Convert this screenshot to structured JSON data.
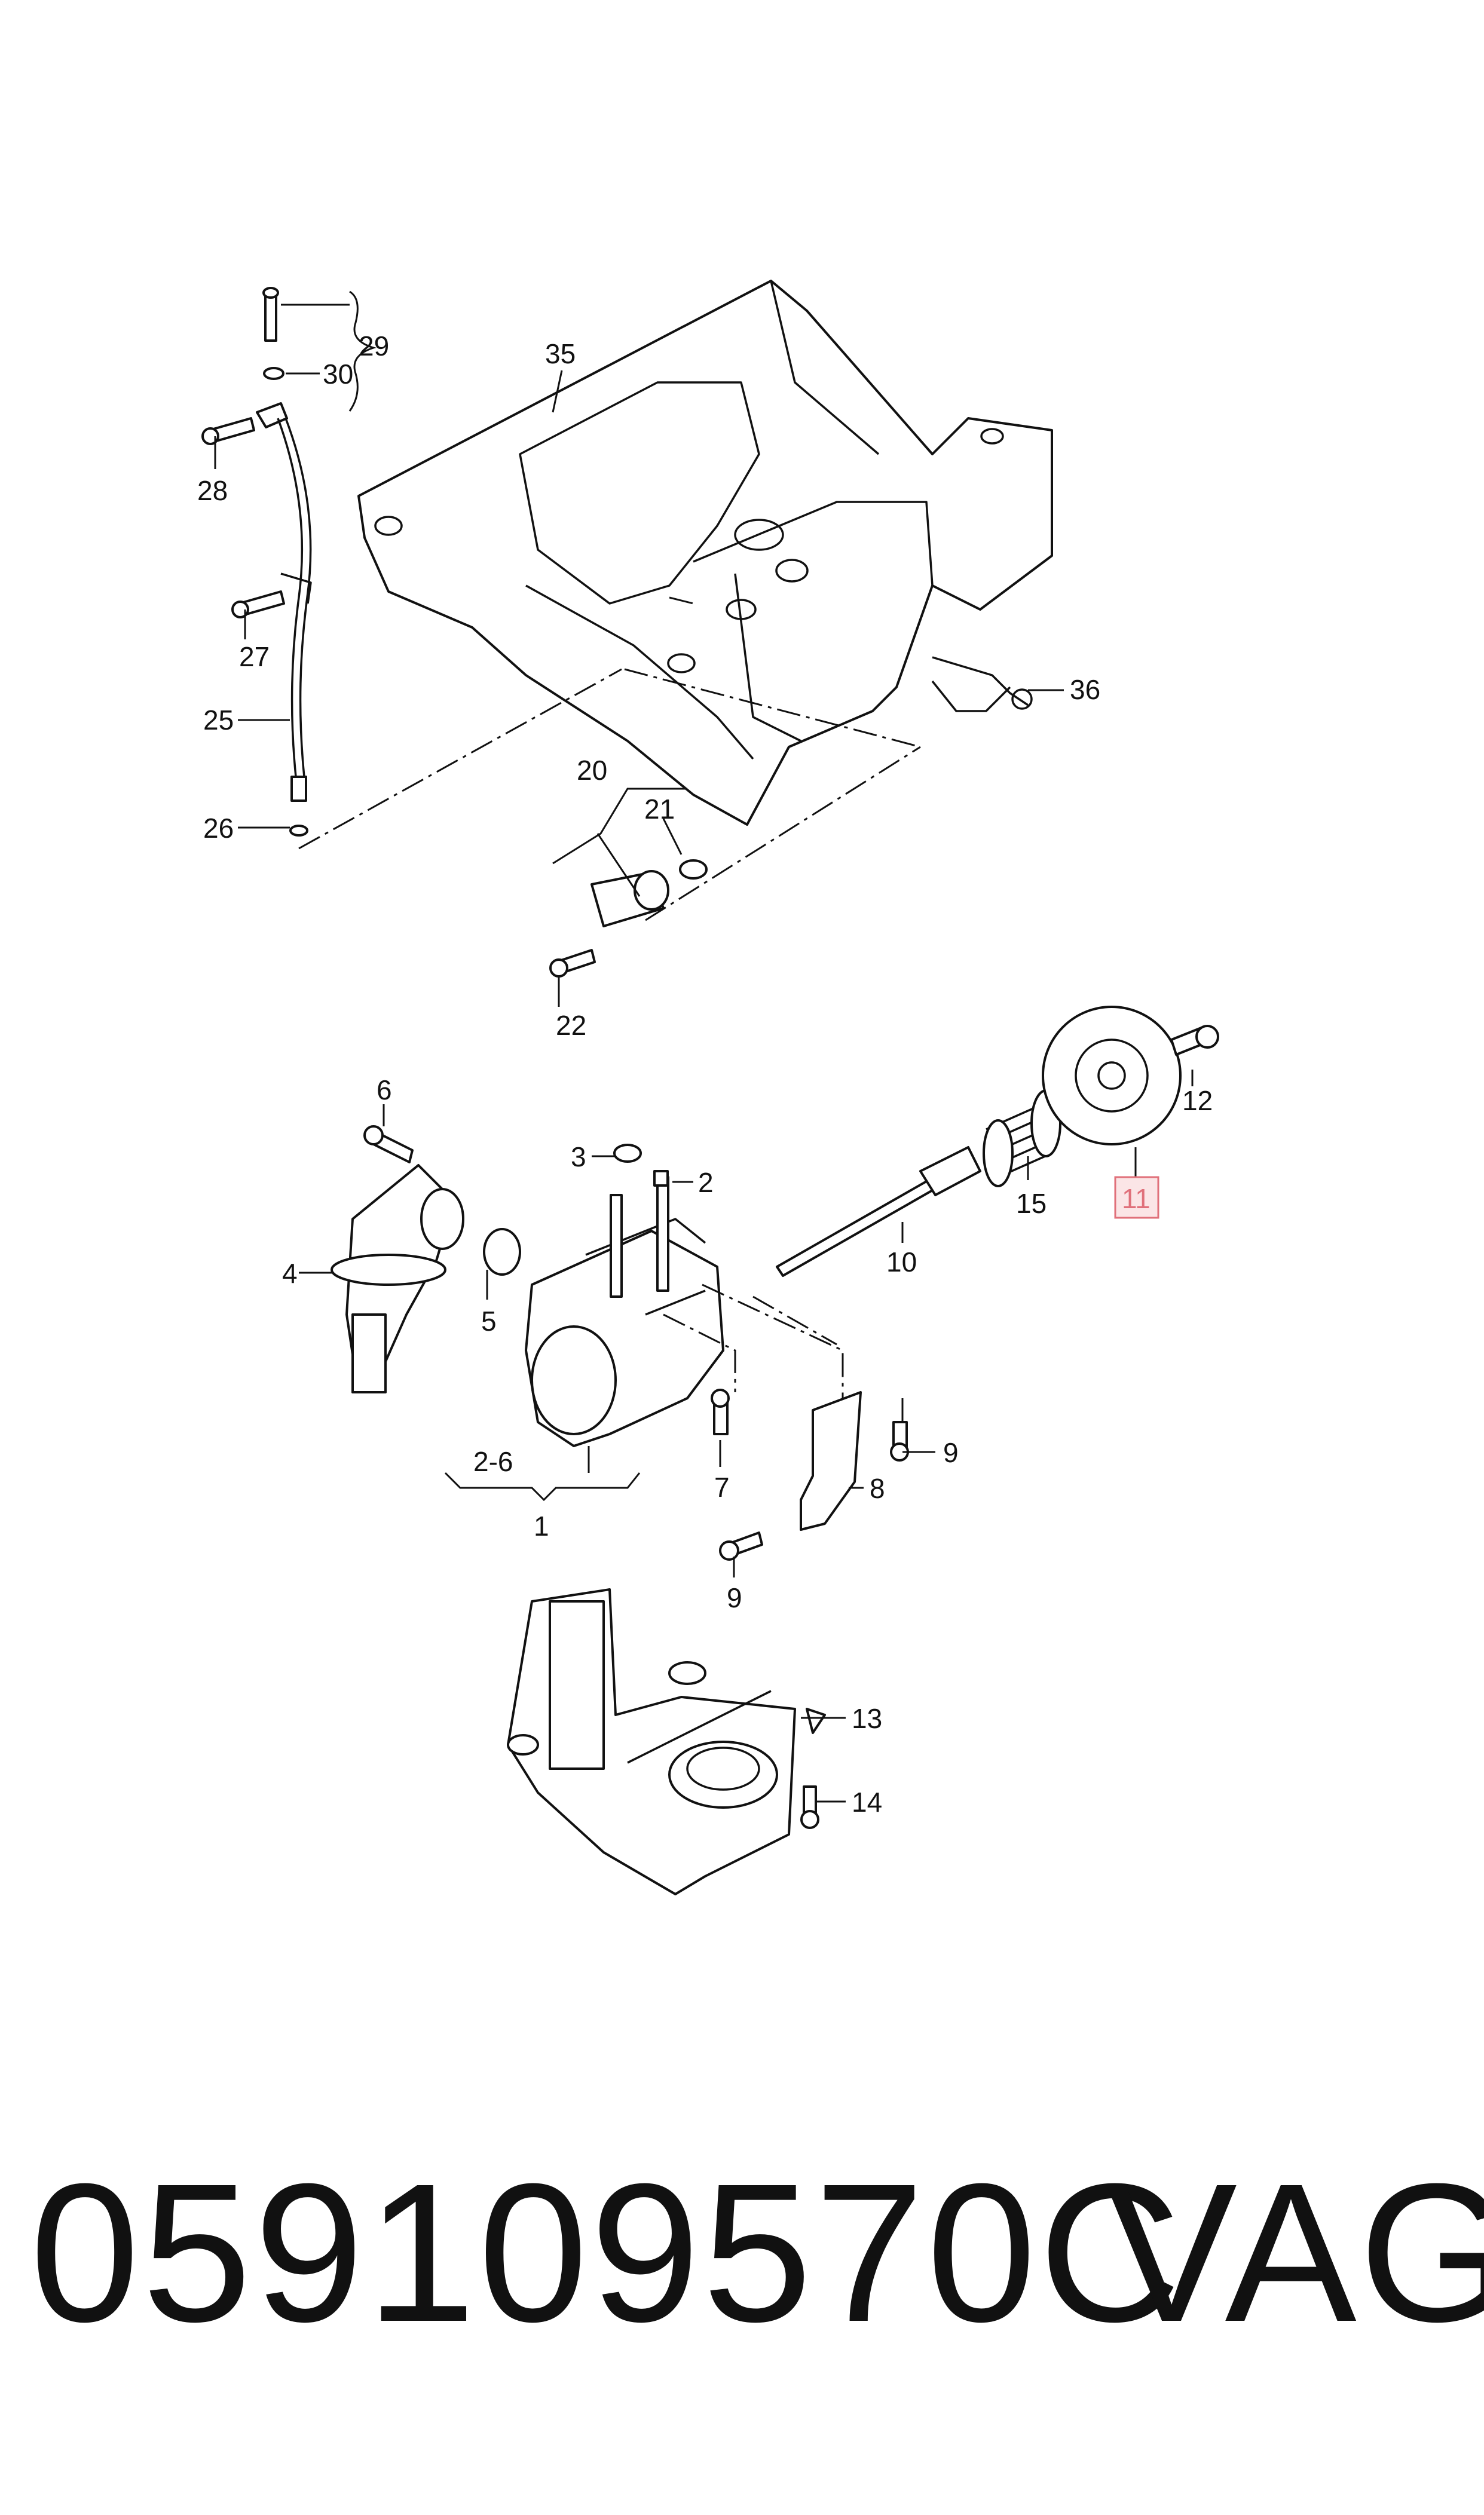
{
  "callouts": {
    "c29": "29",
    "c30": "30",
    "c28": "28",
    "c27": "27",
    "c25": "25",
    "c26": "26",
    "c35": "35",
    "c36": "36",
    "c20": "20",
    "c21": "21",
    "c22": "22",
    "c6": "6",
    "c3": "3",
    "c2": "2",
    "c4": "4",
    "c5": "5",
    "c10": "10",
    "c15": "15",
    "c11": "11",
    "c12": "12",
    "c7": "7",
    "c8": "8",
    "c9a": "9",
    "c9b": "9",
    "c2_6": "2-6",
    "c1": "1",
    "c13": "13",
    "c14": "14"
  },
  "highlight_color": "#e0707a",
  "footer": {
    "part_number": "059109570C",
    "brand": "VAG"
  }
}
